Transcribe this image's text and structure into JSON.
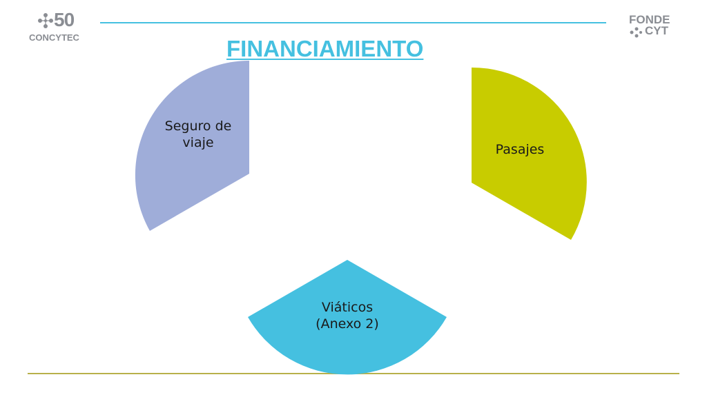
{
  "header": {
    "title": "FINANCIAMIENTO",
    "logo_left_number": "50",
    "logo_left_text": "CONCYTEC",
    "logo_right_line1": "FONDE",
    "logo_right_line2": "CYT"
  },
  "diagram": {
    "segments": [
      {
        "id": "seguro",
        "lines": [
          "Seguro de",
          "viaje"
        ],
        "color": "#9fadd9"
      },
      {
        "id": "pasajes",
        "lines": [
          "Pasajes"
        ],
        "color": "#c8cc00"
      },
      {
        "id": "viaticos",
        "lines": [
          "Viáticos",
          "(Anexo 2)"
        ],
        "color": "#45c0e0"
      }
    ]
  },
  "colors": {
    "title": "#45c0e0",
    "top_rule": "#45c0e0",
    "bottom_rule": "#b8b04a",
    "logo_gray": "#8a8d93"
  }
}
